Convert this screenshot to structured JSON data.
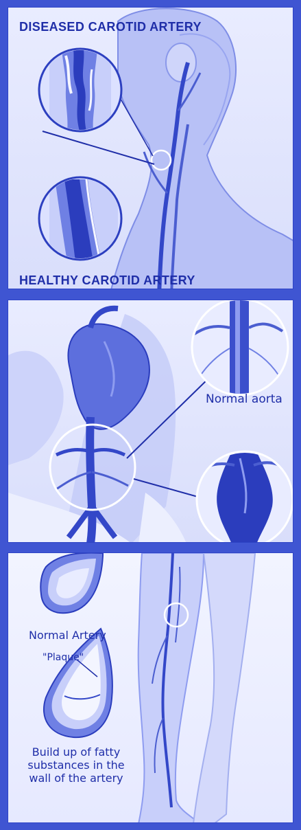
{
  "panels": {
    "carotid": {
      "diseased_title": "DISEASED CAROTID ARTERY",
      "healthy_title": "HEALTHY CAROTID ARTERY"
    },
    "aorta": {
      "normal_label": "Normal aorta"
    },
    "leg": {
      "normal_artery_label": "Normal Artery",
      "plaque_label": "\"Plaque\"",
      "caption_lines": [
        "Build up of fatty",
        "substances in the",
        "wall of the artery"
      ]
    }
  },
  "colors": {
    "frame": "#3f55d2",
    "ink": "#1f2ea8",
    "artery": "#3347c8",
    "artery_light": "#8e9cf0",
    "background": "#e4e8ff"
  },
  "icons": [
    "magnified-artery-illustration",
    "head-neck-illustration",
    "torso-aorta-illustration",
    "leg-artery-illustration",
    "artery-cross-section"
  ]
}
